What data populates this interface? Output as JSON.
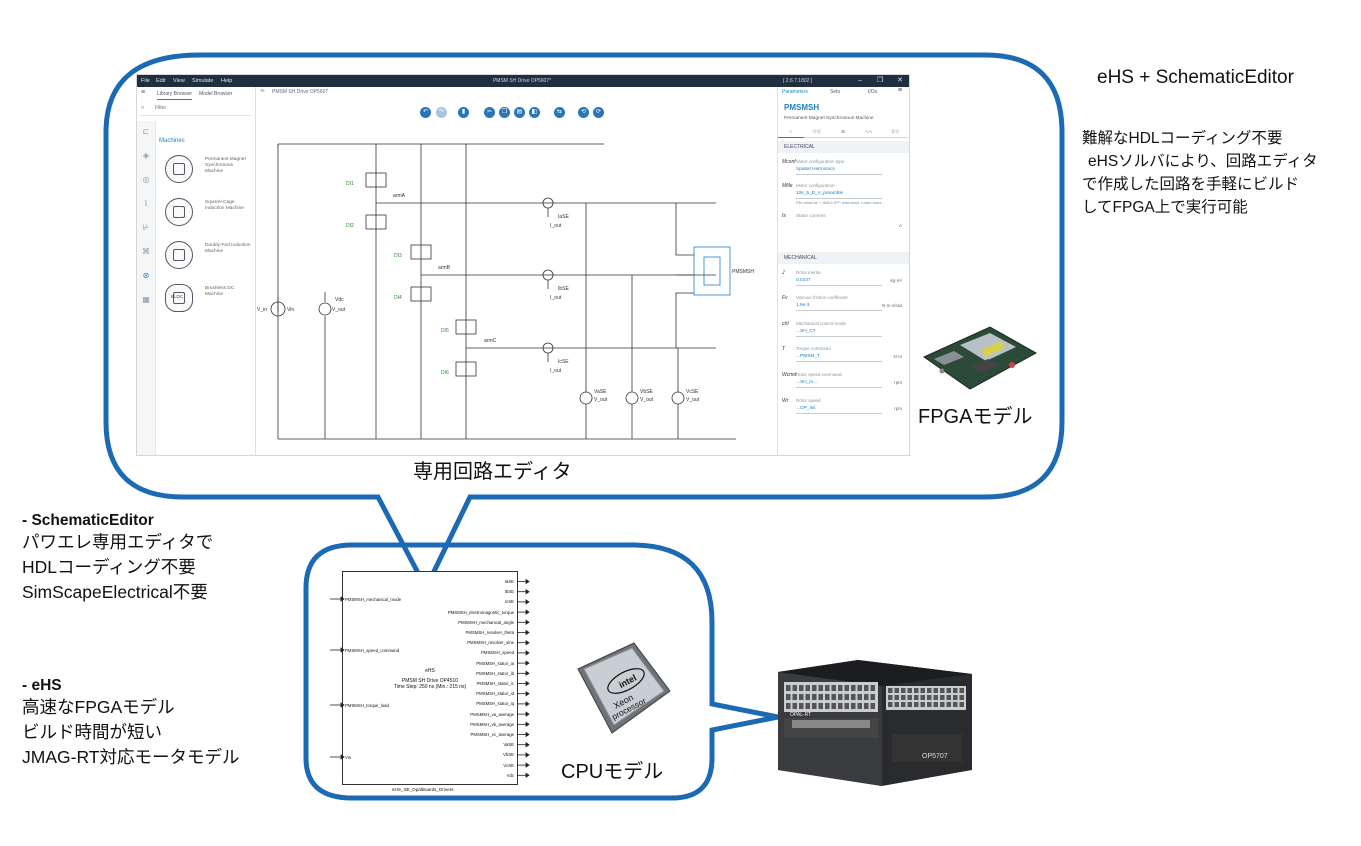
{
  "header": {
    "title": "eHS + SchematicEditor",
    "notes": [
      "難解なHDLコーディング不要",
      "eHSソルバにより、回路エディタ",
      "で作成した回路を手軽にビルド",
      "してFPGA上で実行可能"
    ]
  },
  "captions": {
    "editor": "専用回路エディタ",
    "fpga": "FPGAモデル",
    "cpu": "CPUモデル"
  },
  "bullets": [
    {
      "head": "- SchematicEditor",
      "lines": [
        "パワエレ専用エディタで",
        "HDLコーディング不要",
        "SimScapeElectrical不要"
      ]
    },
    {
      "head": "- eHS",
      "lines": [
        "高速なFPGAモデル",
        "ビルド時間が短い",
        "JMAG-RT対応モータモデル"
      ]
    }
  ],
  "editor": {
    "menu": [
      "File",
      "Edit",
      "View",
      "Simulate",
      "Help"
    ],
    "window_title": "PMSM SH Drive OP5607*",
    "version": "[ 2.6.7.1802 ]",
    "library_tabs": [
      "Library Browser",
      "Model Browser"
    ],
    "filter_placeholder": "Filter",
    "category": "Machines",
    "machines": [
      "Permanent Magnet Synchronous Machine",
      "Squirrel-Cage Induction Machine",
      "Doubly-Fed Induction Machine",
      "Brushless DC Machine"
    ],
    "machine_thumb_label": "BLDC",
    "canvas_tab": "PMSM SH Drive OP5607",
    "schematic_labels": {
      "switches": [
        "DI1",
        "DI2",
        "DI3",
        "DI4",
        "DI5",
        "DI6"
      ],
      "arms": [
        "armA",
        "armB",
        "armC"
      ],
      "currents": [
        "IaSE",
        "IbSE",
        "IcSE"
      ],
      "i_out": "I_out",
      "voltages": [
        "VaSE",
        "VbSE",
        "VcSE"
      ],
      "v_out": "V_out",
      "vin": "V_in",
      "vin_label": "Vin",
      "vdc": "Vdc",
      "motor": "PMSMSH"
    },
    "param_tabs": [
      "Parameters",
      "Sets",
      "I/Os"
    ],
    "component": "PMSMSH",
    "component_desc": "Permanent Magnet Synchronous Machine",
    "sub_tabs": [
      "☆",
      "ⓔⓚ",
      "⊞",
      "∿∿",
      "ⓑⓐ"
    ],
    "section_electrical": "ELECTRICAL",
    "section_mechanical": "MECHANICAL",
    "electrical_params": [
      {
        "sym": "Mconf",
        "label": "Motor configuration type",
        "value": "Spatial Harmonics",
        "unit": ""
      },
      {
        "sym": "Mfile",
        "label": "Motor configuration",
        "value": "10k_5_D_n_preamble",
        "unit": ""
      },
      {
        "sym": "Is",
        "label": "Stator currents",
        "value": "",
        "unit": "A"
      }
    ],
    "file_hint": "File must be *.JMAG-RT* extension. Learn more...",
    "mechanical_params": [
      {
        "sym": "J",
        "label": "Rotor inertia",
        "value": "0.0107",
        "unit": "kg·m²"
      },
      {
        "sym": "Fv",
        "label": "Viscous friction coefficient",
        "value": "1.6e-3",
        "unit": "N·m·s/rad"
      },
      {
        "sym": "ctrl",
        "label": "Mechanical control mode",
        "value": "...SH_CT",
        "unit": ""
      },
      {
        "sym": "T",
        "label": "Torque command",
        "value": "...PMSM_T",
        "unit": "N·m"
      },
      {
        "sym": "Wcmd",
        "label": "Rotor speed command",
        "value": "...SH_in...",
        "unit": "rpm"
      },
      {
        "sym": "Wr",
        "label": "Rotor speed",
        "value": "...OP_iss",
        "unit": "rpm"
      }
    ]
  },
  "block": {
    "inputs": [
      "PMSMSH_mechanical_mode",
      "PMSMSH_speed_command",
      "PMSMSH_torque_load",
      "Vin"
    ],
    "outputs": [
      "IaSE",
      "IbSE",
      "IcSE",
      "PMSMSH_electromagnetic_torque",
      "PMSMSH_mechanical_angle",
      "PMSMSH_resolver_theta",
      "PMSMSH_resolver_sine",
      "PMSMSH_speed",
      "PMSMSH_stator_ia",
      "PMSMSH_stator_ib",
      "PMSMSH_stator_ic",
      "PMSMSH_stator_id",
      "PMSMSH_stator_iq",
      "PMSMSH_va_average",
      "PMSMSH_vb_average",
      "PMSMSH_vc_average",
      "VaSE",
      "VbSE",
      "VcSE",
      "Vdc"
    ],
    "center": [
      "eHS",
      "PMSM SH Drive OP4510",
      "Time Step: 250 ns (Min.: 215 ns)"
    ],
    "name": "eHS_SE_OpalBoards_Drivers"
  },
  "cpu": {
    "brand": "intel",
    "line1": "Xeon",
    "line2": "processor"
  },
  "rack": {
    "brand": "OPAL-RT",
    "model": "OP5707"
  },
  "colors": {
    "bubble": "#1b6ab3",
    "accent": "#2a74b8",
    "menubar": "#1f2f3f",
    "link": "#1f82c5"
  }
}
